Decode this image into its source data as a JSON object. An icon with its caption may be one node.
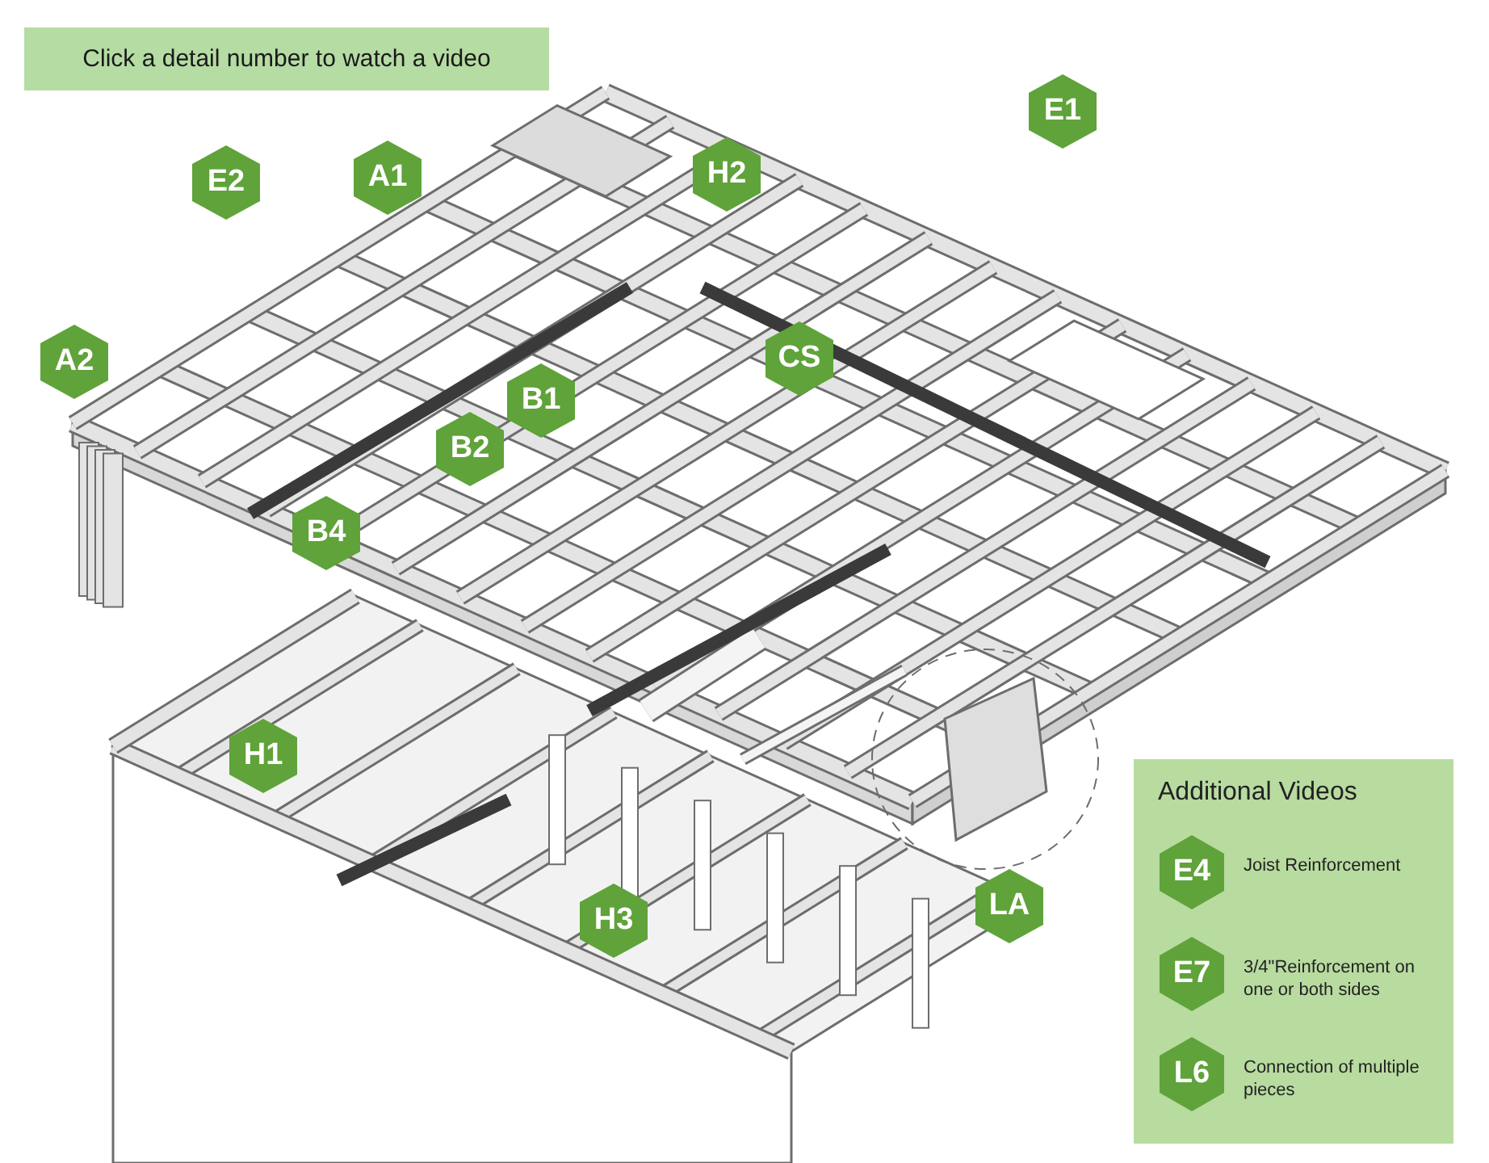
{
  "diagram": {
    "nodes": [
      {
        "text": [
          "Click a detail number to watch a video"
        ]
      },
      {
        "text": [
          "E2"
        ]
      },
      {
        "text": [
          "A1"
        ]
      },
      {
        "text": [
          "H2"
        ]
      },
      {
        "text": [
          "E1"
        ]
      },
      {
        "text": [
          "A2"
        ]
      },
      {
        "text": [
          "CS"
        ]
      },
      {
        "text": [
          "B1"
        ]
      },
      {
        "text": [
          "B2"
        ]
      },
      {
        "text": [
          "B4"
        ]
      },
      {
        "text": [
          "H1"
        ]
      },
      {
        "text": [
          "LA"
        ]
      },
      {
        "text": [
          "H3"
        ]
      },
      {
        "text": [
          "Additional Videos"
        ]
      },
      {
        "text": [
          "E4"
        ],
        "in": 13,
        "beside": [
          "Joist Reinforcement"
        ]
      },
      {
        "text": [
          "E7"
        ],
        "in": 13,
        "beside": [
          "3/4\"Reinforcement on one or both sides"
        ]
      },
      {
        "text": [
          "L6"
        ],
        "in": 13,
        "beside": [
          "Connection of multiple pieces"
        ]
      }
    ]
  }
}
